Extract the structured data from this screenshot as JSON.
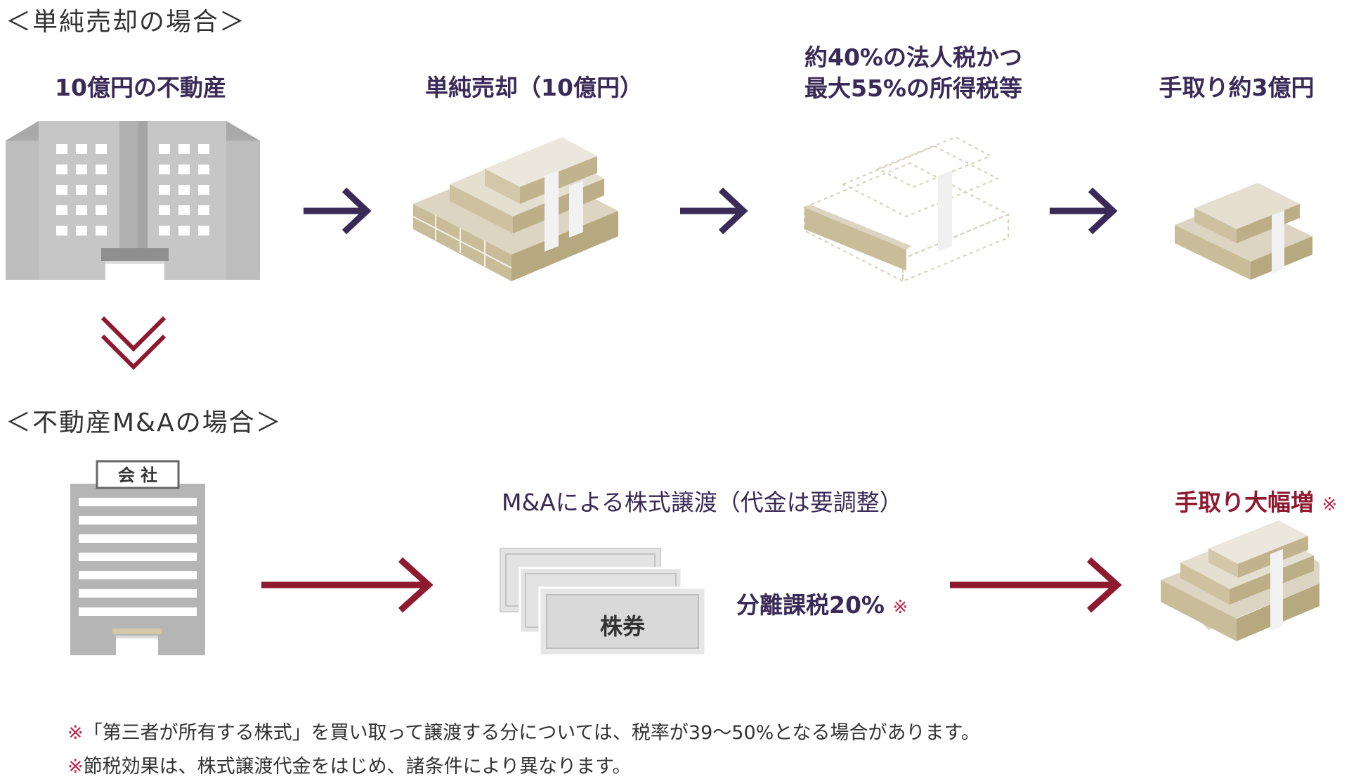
{
  "sections": {
    "simple_sale": "＜単純売却の場合＞",
    "ma": "＜不動産M&Aの場合＞"
  },
  "simple_flow": {
    "property": "10億円の不動産",
    "sale": "単純売却（10億円）",
    "tax_line1": "約40%の法人税かつ",
    "tax_line2": "最大55%の所得税等",
    "net": "手取り約3億円"
  },
  "ma_flow": {
    "company_sign": "会 社",
    "transfer": "M&Aによる株式譲渡（代金は要調整）",
    "stock_label": "株券",
    "tax": "分離課税20%",
    "net": "手取り大幅増",
    "mark": "※"
  },
  "notes": [
    {
      "mark": "※",
      "text": "「第三者が所有する株式」を買い取って譲渡する分については、税率が39〜50%となる場合があります。"
    },
    {
      "mark": "※",
      "text": "節税効果は、株式譲渡代金をはじめ、諸条件により異なります。"
    }
  ],
  "colors": {
    "navy_arrow": "#3a2a57",
    "red_arrow": "#8e1a30",
    "money_body": "#c9bc98",
    "money_top": "#ddd5c2",
    "building_gray": "#b5b5b5"
  }
}
